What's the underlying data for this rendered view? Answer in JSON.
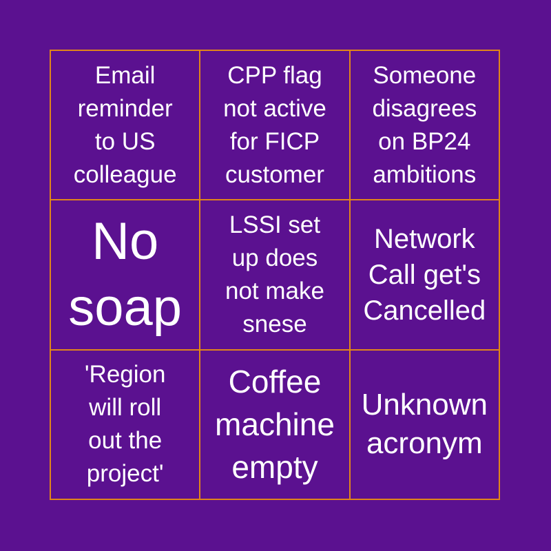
{
  "card": {
    "cells": [
      "Email\nreminder\nto US\ncolleague",
      "CPP flag\nnot active\nfor FICP\ncustomer",
      "Someone\ndisagrees\non BP24\nambitions",
      "No\nsoap",
      "LSSI set\nup does\nnot make\nsnese",
      "Network\nCall get's\nCancelled",
      "'Region\nwill roll\nout the\nproject'",
      "Coffee\nmachine\nempty",
      "Unknown\nacronym"
    ]
  },
  "colors": {
    "background": "#5b1190",
    "border": "#e0861a",
    "text": "#ffffff"
  }
}
